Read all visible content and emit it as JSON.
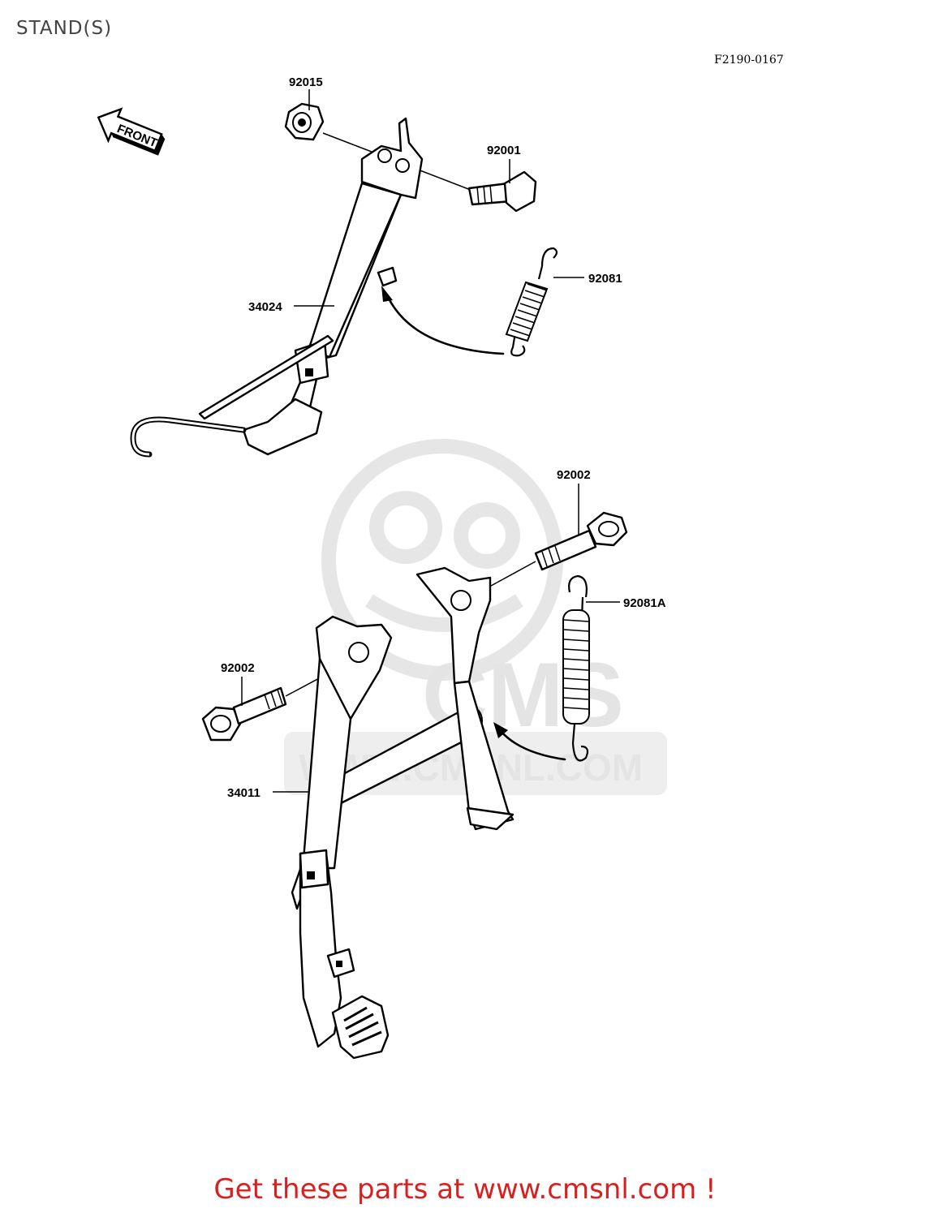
{
  "header": {
    "title": "STAND(S)",
    "diagram_code": "F2190-0167"
  },
  "direction_marker": {
    "label": "FRONT",
    "icon": "front-arrow-icon"
  },
  "watermark": {
    "brand": "CMS",
    "url": "WWW.CMSNL.COM",
    "color": "#e4e4e4"
  },
  "callouts": {
    "nut": "92015",
    "bolt_side_stand": "92001",
    "spring_side_stand": "92081",
    "side_stand": "34024",
    "bolt_right": "92002",
    "spring_center_stand": "92081A",
    "bolt_left": "92002",
    "center_stand": "34011"
  },
  "footer": {
    "text": "Get these parts at www.cmsnl.com !",
    "color": "#d92020"
  }
}
